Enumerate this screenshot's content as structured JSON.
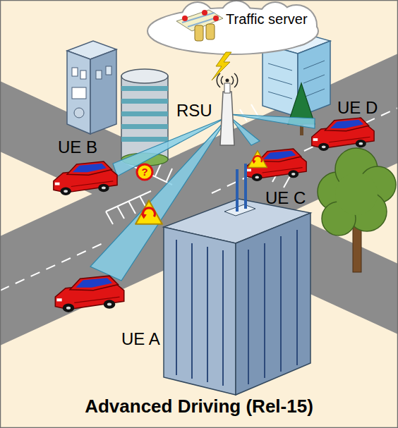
{
  "diagram": {
    "caption": "Advanced Driving (Rel-15)",
    "labels": [
      "Traffic server",
      "RSU",
      "UE B",
      "?",
      "UE D",
      "UE C",
      "UE A"
    ]
  }
}
